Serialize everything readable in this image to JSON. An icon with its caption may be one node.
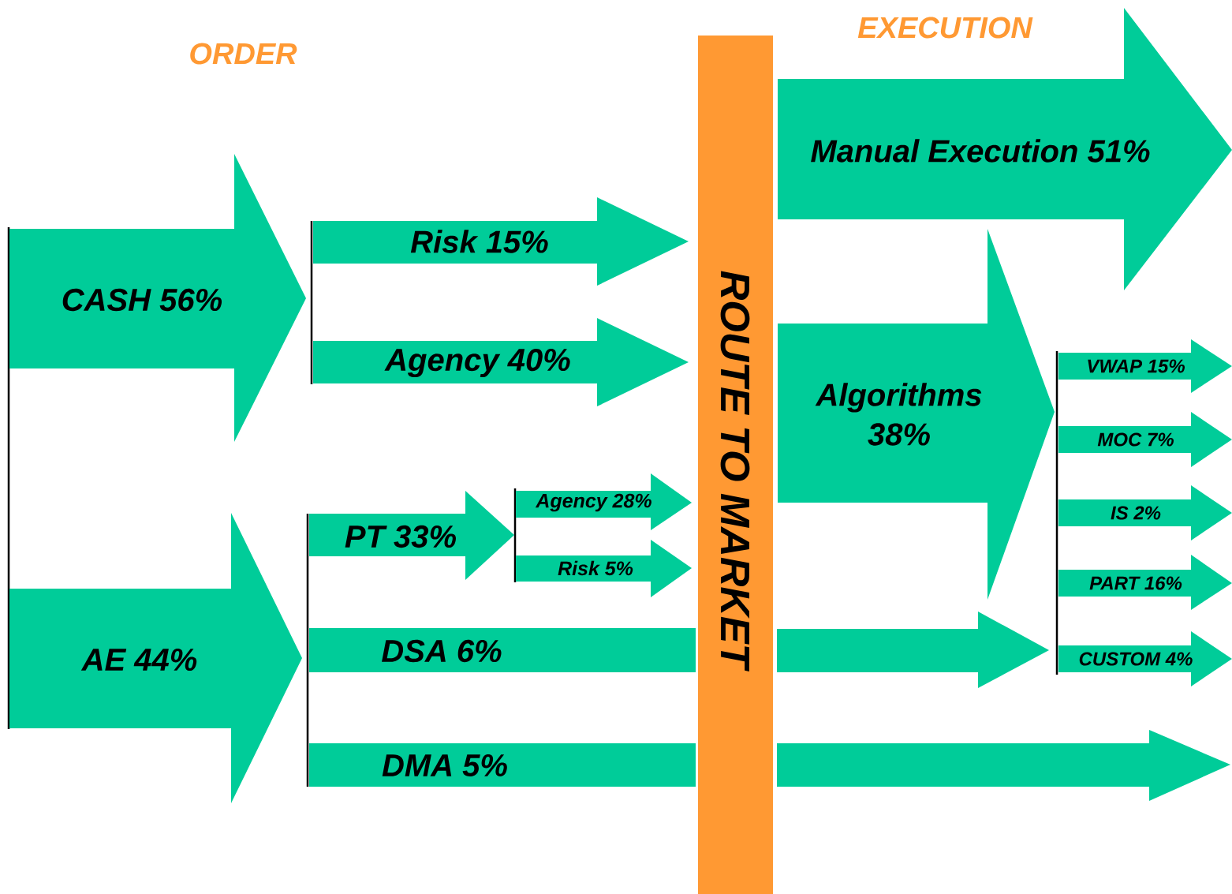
{
  "diagram": {
    "nodes": [
      {
        "text": [
          "CASH 56%"
        ]
      },
      {
        "text": [
          "AE 44%"
        ]
      },
      {
        "text": [
          "Risk 15%"
        ]
      },
      {
        "text": [
          "Agency 40%"
        ]
      },
      {
        "text": [
          "PT 33%"
        ]
      },
      {
        "text": [
          "Agency 28%"
        ]
      },
      {
        "text": [
          "Risk 5%"
        ]
      },
      {
        "text": [
          "DSA 6%"
        ]
      },
      {
        "text": [
          "DMA 5%"
        ]
      },
      {
        "text": [
          "ROUTE TO MARKET"
        ]
      },
      {
        "text": [
          "Manual Execution 51%"
        ]
      },
      {
        "text": [
          "Algorithms 38%"
        ]
      },
      {
        "text": [],
        "shape": "arrow"
      },
      {
        "text": [],
        "shape": "arrow"
      },
      {
        "text": [
          "VWAP 15%"
        ]
      },
      {
        "text": [
          "MOC 7%"
        ]
      },
      {
        "text": [
          "IS 2%"
        ]
      },
      {
        "text": [
          "PART 16%"
        ]
      },
      {
        "text": [
          "CUSTOM 4%"
        ]
      }
    ],
    "labels": [
      "ORDER",
      "EXECUTION"
    ]
  }
}
